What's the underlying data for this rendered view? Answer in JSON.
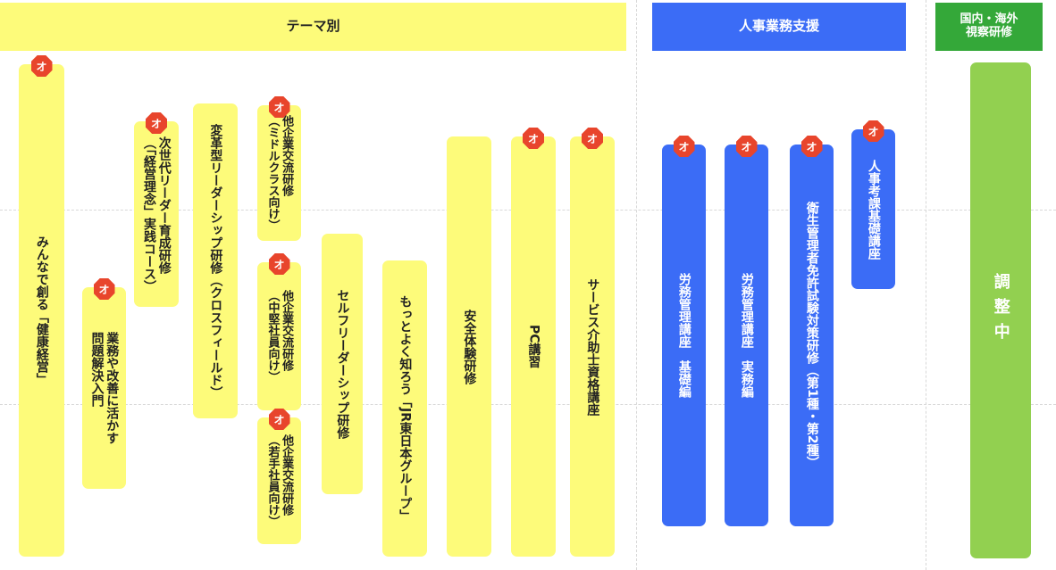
{
  "headers": {
    "theme": "テーマ別",
    "hr": "人事業務支援",
    "intl_line1": "国内・海外",
    "intl_line2": "視察研修"
  },
  "badge_label": "オ",
  "theme_courses": [
    {
      "id": "kenko-keiei",
      "title": "みんなで創る「健康経営」",
      "badge": true
    },
    {
      "id": "gyomu-kaizen",
      "title": "業務や改善に活かす\n問題解決入門",
      "badge": true
    },
    {
      "id": "jisedai-leader",
      "title": "次世代リーダー育成研修\n（「経営理念」実践コース）",
      "badge": true
    },
    {
      "id": "henkaku-leader",
      "title": "変革型リーダーシップ研修（クロスフィールド）",
      "badge": false
    },
    {
      "id": "tasha-middle",
      "title": "他企業交流研修\n（ミドルクラス向け）",
      "badge": true
    },
    {
      "id": "tasha-chuken",
      "title": "他企業交流研修\n（中堅社員向け）",
      "badge": true
    },
    {
      "id": "tasha-wakate",
      "title": "他企業交流研修\n（若手社員向け）",
      "badge": true
    },
    {
      "id": "self-leader",
      "title": "セルフリーダーシップ研修",
      "badge": false
    },
    {
      "id": "jr-east",
      "title": "もっとよく知ろう「JR東日本グループ」",
      "badge": false
    },
    {
      "id": "anzen-taiken",
      "title": "安全体験研修",
      "badge": false
    },
    {
      "id": "pc-koshu",
      "title": "PC講習",
      "badge": true
    },
    {
      "id": "service-kaijo",
      "title": "サービス介助士資格講座",
      "badge": true
    }
  ],
  "hr_courses": [
    {
      "id": "roumu-kiso",
      "title": "労務管理講座　基礎編",
      "badge": true
    },
    {
      "id": "roumu-jitsumu",
      "title": "労務管理講座　実務編",
      "badge": true
    },
    {
      "id": "eisei-kanrisha",
      "title": "衛生管理者免許試験対策研修（第1種・第2種）",
      "badge": true
    },
    {
      "id": "jinji-koka",
      "title": "人事考課基礎講座",
      "badge": true
    }
  ],
  "intl_status": "調整中",
  "colors": {
    "yellow": "#fdfb7a",
    "blue": "#3b6cf6",
    "green_header": "#34a839",
    "green_bar": "#92d050",
    "badge": "#e8452c"
  }
}
